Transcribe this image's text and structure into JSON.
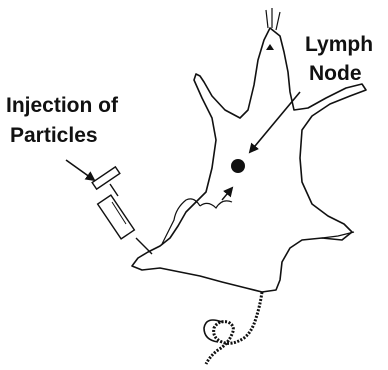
{
  "labels": {
    "injection_line1": "Injection of",
    "injection_line2": "Particles",
    "lymph_line1": "Lymph",
    "lymph_line2": "Node"
  },
  "colors": {
    "ink": "#111111",
    "background": "#ffffff"
  }
}
